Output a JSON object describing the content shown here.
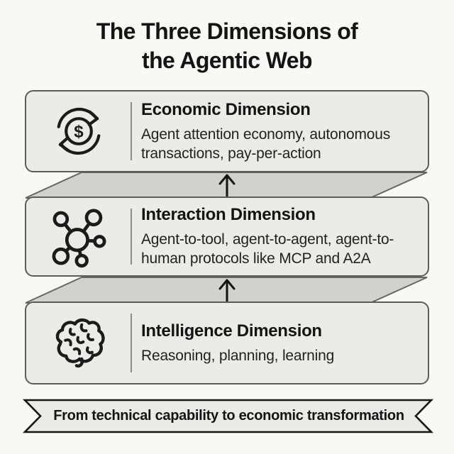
{
  "title": {
    "line1": "The Three Dimensions of",
    "line2": "the Agentic Web"
  },
  "layers": [
    {
      "id": "economic",
      "icon": "currency-cycle-icon",
      "heading": "Economic Dimension",
      "description": "Agent attention economy, autonomous transactions, pay-per-action"
    },
    {
      "id": "interaction",
      "icon": "network-nodes-icon",
      "heading": "Interaction Dimension",
      "description": "Agent-to-tool, agent-to-agent, agent-to-human protocols like MCP and A2A"
    },
    {
      "id": "intelligence",
      "icon": "brain-icon",
      "heading": "Intelligence Dimension",
      "description": "Reasoning, planning, learning"
    }
  ],
  "banner": {
    "text": "From technical capability to economic transformation"
  },
  "colors": {
    "background": "#f9f8f5",
    "box_fill": "#ecebe8",
    "box_border": "#5a5b5e",
    "connector_fill": "#d2d1ce",
    "connector_border": "#67675f",
    "banner_border": "#141414",
    "text": "#141414"
  }
}
